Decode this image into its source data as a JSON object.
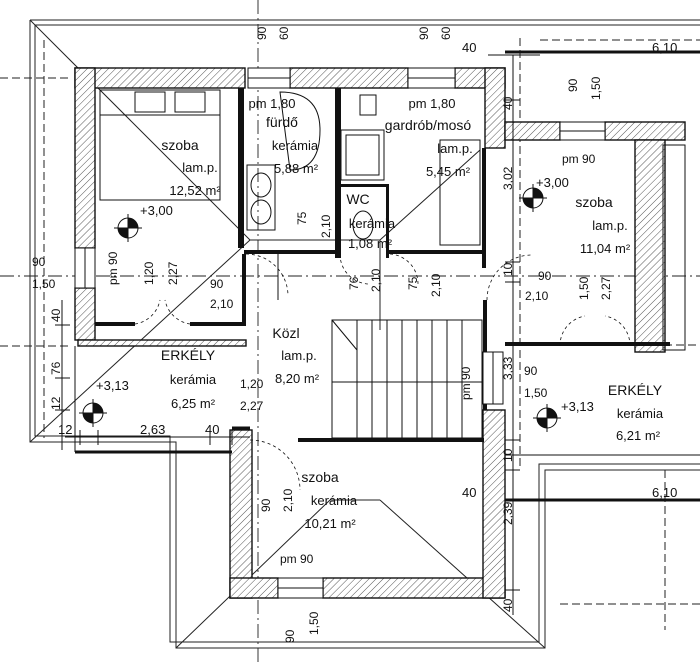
{
  "rooms": {
    "bedroom_nw": {
      "name": "szoba",
      "floor": "lam.p.",
      "area": "12,52 m²"
    },
    "bathroom": {
      "height": "pm 1,80",
      "name": "fürdő",
      "floor": "kerámia",
      "area": "5,88 m²"
    },
    "wardrobe": {
      "height": "pm 1,80",
      "name": "gardrób/mosó",
      "floor": "lam.p.",
      "area": "5,45 m²"
    },
    "wc": {
      "name": "WC",
      "floor": "kerámia",
      "area": "1,08 m²"
    },
    "bedroom_e": {
      "name": "szoba",
      "floor": "lam.p.",
      "area": "11,04 m²"
    },
    "corridor": {
      "name": "Közl",
      "floor": "lam.p.",
      "area": "8,20 m²"
    },
    "balcony_w": {
      "name": "ERKÉLY",
      "floor": "kerámia",
      "area": "6,25 m²"
    },
    "balcony_e": {
      "name": "ERKÉLY",
      "floor": "kerámia",
      "area": "6,21 m²"
    },
    "bedroom_s": {
      "name": "szoba",
      "floor": "kerámia",
      "area": "10,21 m²"
    }
  },
  "levels": {
    "nw": "+3,00",
    "e": "+3,00",
    "balcony_w": "+3,13",
    "balcony_e": "+3,13"
  },
  "dimensions": {
    "top_90a": "90",
    "top_60a": "60",
    "top_90b": "90",
    "top_60b": "60",
    "top_40": "40",
    "top_right": "6,10",
    "right_40a": "40",
    "right_302": "3,02",
    "right_10a": "10",
    "right_333": "3,33",
    "right_10b": "10",
    "right_239": "2,39",
    "right_40b": "40",
    "mid_right_40": "40",
    "mid_right_610": "6,10",
    "e_win_90": "90",
    "e_win_150": "1,50",
    "e_pm90": "pm 90",
    "w_90": "90",
    "w_150": "1,50",
    "w_pm90": "pm 90",
    "w_120": "1,20",
    "w_227": "2,27",
    "w_40": "40",
    "w_76": "76",
    "w_12": "12",
    "bot_12": "12",
    "bot_263": "2,63",
    "bot_40": "40",
    "door_nw_90": "90",
    "door_nw_210": "2,10",
    "bath_75": "75",
    "bath_210": "2,10",
    "wc_76": "76",
    "wc_210": "2,10",
    "wc_75": "75",
    "wc_210b": "2,10",
    "e_door_90": "90",
    "e_door_210": "2,10",
    "e_150": "1,50",
    "e_227": "2,27",
    "stair_pm90": "pm 90",
    "stair_90": "90",
    "stair_150": "1,50",
    "corr_120": "1,20",
    "corr_227": "2,27",
    "s_90": "90",
    "s_210": "2,10",
    "s_pm90": "pm 90",
    "s_bot_90": "90",
    "s_bot_150": "1,50"
  }
}
